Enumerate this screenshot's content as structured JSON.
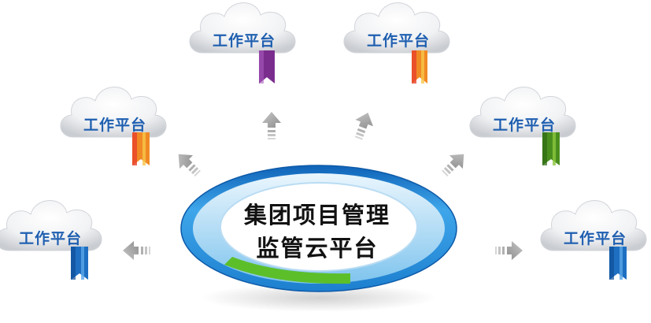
{
  "hub": {
    "line1": "集团项目管理",
    "line2": "监管云平台",
    "ring_color": "#2f8fd8",
    "accent_color": "#5cbf2a"
  },
  "platforms": [
    {
      "id": "left-bottom",
      "label": "工作平台",
      "ribbon_color": "#1e6fc2"
    },
    {
      "id": "left-middle",
      "label": "工作平台",
      "ribbon_color": "#f08a24"
    },
    {
      "id": "top-left",
      "label": "工作平台",
      "ribbon_color": "#7b2d8e"
    },
    {
      "id": "top-right",
      "label": "工作平台",
      "ribbon_color": "#f08a24"
    },
    {
      "id": "right-middle",
      "label": "工作平台",
      "ribbon_color": "#4a8f1e"
    },
    {
      "id": "right-bottom",
      "label": "工作平台",
      "ribbon_color": "#1e6fc2"
    }
  ],
  "arrow_color": "#9a9a9a"
}
